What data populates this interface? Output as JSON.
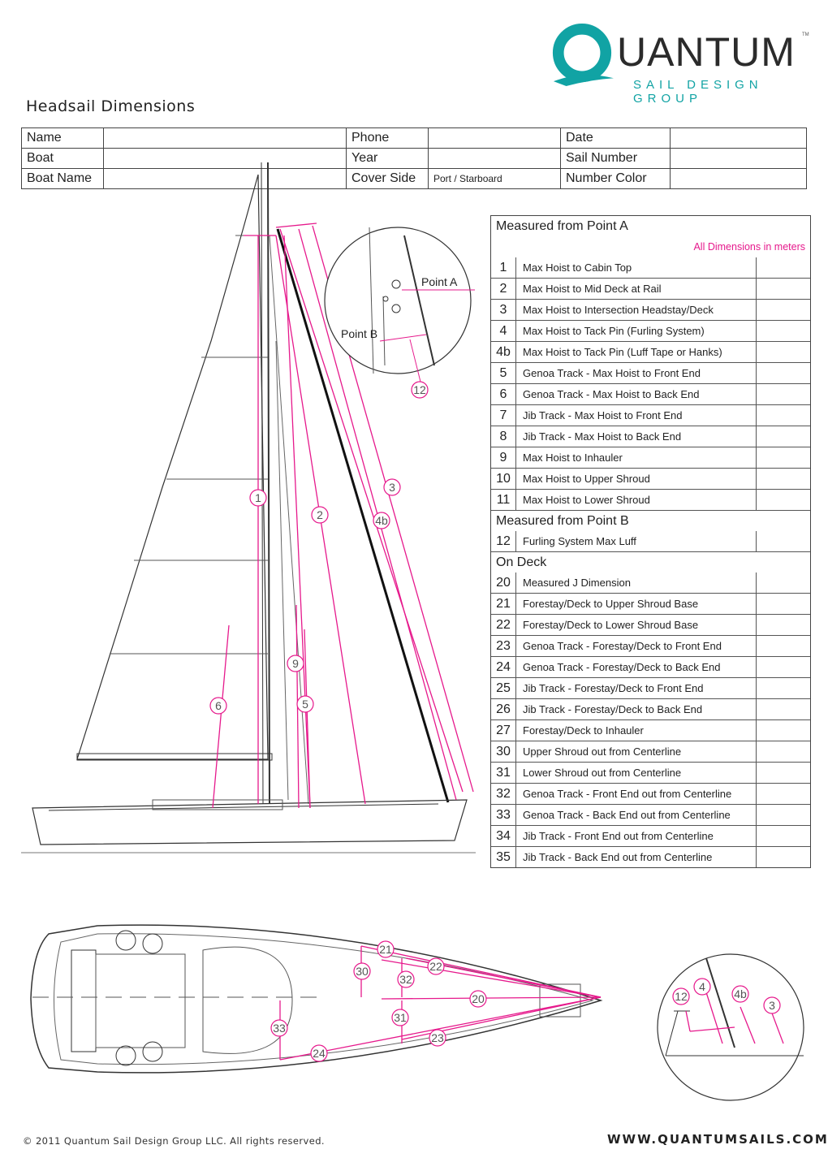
{
  "logo": {
    "word": "UANTUM",
    "letter": "Q",
    "tm": "TM",
    "subtitle": "SAIL DESIGN GROUP",
    "accent": "#11a3a4"
  },
  "title": "Headsail Dimensions",
  "header": {
    "rows": [
      {
        "a": "Name",
        "b": "Phone",
        "c": "Date"
      },
      {
        "a": "Boat",
        "b": "Year",
        "c": "Sail Number"
      },
      {
        "a": "Boat Name",
        "b": "Cover Side",
        "b_value": "Port / Starboard",
        "c": "Number Color"
      }
    ]
  },
  "measure": {
    "section_a": "Measured from Point A",
    "units": "All Dimensions in meters",
    "rows_a": [
      {
        "n": "1",
        "label": "Max Hoist to Cabin Top"
      },
      {
        "n": "2",
        "label": "Max Hoist to Mid Deck at Rail"
      },
      {
        "n": "3",
        "label": "Max Hoist to Intersection Headstay/Deck"
      },
      {
        "n": "4",
        "label": "Max Hoist to Tack Pin (Furling System)"
      },
      {
        "n": "4b",
        "label": "Max Hoist to Tack Pin (Luff Tape or Hanks)"
      },
      {
        "n": "5",
        "label": "Genoa Track - Max Hoist to Front End"
      },
      {
        "n": "6",
        "label": "Genoa Track - Max Hoist to Back End"
      },
      {
        "n": "7",
        "label": "Jib Track - Max Hoist to Front End"
      },
      {
        "n": "8",
        "label": "Jib Track - Max Hoist to Back End"
      },
      {
        "n": "9",
        "label": "Max Hoist to Inhauler"
      },
      {
        "n": "10",
        "label": "Max Hoist to Upper Shroud"
      },
      {
        "n": "11",
        "label": "Max Hoist to Lower Shroud"
      }
    ],
    "section_b": "Measured from Point B",
    "rows_b": [
      {
        "n": "12",
        "label": "Furling System Max Luff"
      }
    ],
    "section_c": "On Deck",
    "rows_c": [
      {
        "n": "20",
        "label": "Measured J Dimension"
      },
      {
        "n": "21",
        "label": "Forestay/Deck to Upper Shroud Base"
      },
      {
        "n": "22",
        "label": "Forestay/Deck to Lower Shroud Base"
      },
      {
        "n": "23",
        "label": "Genoa Track - Forestay/Deck to Front End"
      },
      {
        "n": "24",
        "label": "Genoa Track - Forestay/Deck to Back End"
      },
      {
        "n": "25",
        "label": "Jib Track - Forestay/Deck to Front End"
      },
      {
        "n": "26",
        "label": "Jib Track - Forestay/Deck to Back End"
      },
      {
        "n": "27",
        "label": "Forestay/Deck to Inhauler"
      },
      {
        "n": "30",
        "label": "Upper Shroud out from Centerline"
      },
      {
        "n": "31",
        "label": "Lower Shroud out from Centerline"
      },
      {
        "n": "32",
        "label": "Genoa Track - Front End out from Centerline"
      },
      {
        "n": "33",
        "label": "Genoa Track - Back End out from Centerline"
      },
      {
        "n": "34",
        "label": "Jib Track - Front End out from Centerline"
      },
      {
        "n": "35",
        "label": "Jib Track - Back End out from Centerline"
      }
    ]
  },
  "diagram": {
    "point_a": "Point A",
    "point_b": "Point B",
    "side_labels": [
      "1",
      "2",
      "3",
      "4b",
      "5",
      "6",
      "9",
      "12"
    ],
    "deck_labels": [
      "20",
      "21",
      "22",
      "23",
      "24",
      "30",
      "31",
      "32",
      "33"
    ],
    "bow_labels": [
      "4",
      "12",
      "4b",
      "3"
    ],
    "accent": "#e6198c"
  },
  "footer": {
    "copyright": "© 2011 Quantum Sail Design Group LLC.  All rights reserved.",
    "url": "WWW.QUANTUMSAILS.COM"
  }
}
